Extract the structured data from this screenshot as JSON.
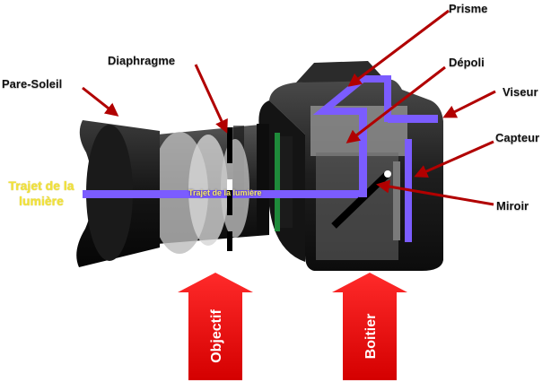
{
  "labels": {
    "prisme": "Prisme",
    "depoli": "Dépoli",
    "viseur": "Viseur",
    "capteur": "Capteur",
    "diaphragme": "Diaphragme",
    "pare_soleil": "Pare-Soleil",
    "miroir": "Miroir",
    "trajet_left": "Trajet de la lumière",
    "trajet_inline": "Trajet de la lumière"
  },
  "arrows": {
    "objectif": "Objectif",
    "boitier": "Boitier"
  },
  "colors": {
    "light_path": "#7b5cff",
    "pointer": "#b10000",
    "big_arrow": "#e00000",
    "label_yellow": "#f2e23a",
    "mirror": "#000000"
  }
}
